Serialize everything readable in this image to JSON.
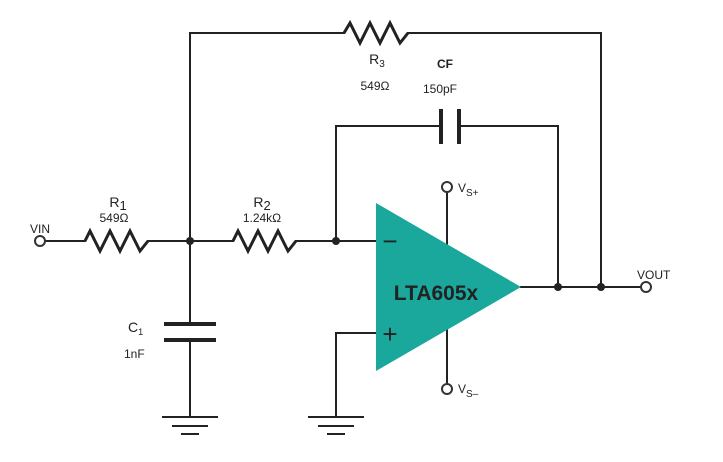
{
  "colors": {
    "opamp_fill": "#1aa89c",
    "opamp_text": "#ffffff",
    "wire": "#222222"
  },
  "labels": {
    "vin": "VIN",
    "vout": "VOUT",
    "r1_name": "R",
    "r1_sub": "1",
    "r1_value": "549Ω",
    "r2_name": "R",
    "r2_sub": "2",
    "r2_value": "1.24kΩ",
    "r3_name": "R",
    "r3_sub": "3",
    "r3_value": "549Ω",
    "cf_name": "CF",
    "cf_value": "150pF",
    "c1_name": "C",
    "c1_sub": "1",
    "c1_value": "1nF",
    "opamp_name": "LTA605x",
    "minus_sign": "−",
    "plus_sign": "+",
    "vsp_base": "V",
    "vsp_sub": "S+",
    "vsn_base": "V",
    "vsn_sub": "S–"
  }
}
